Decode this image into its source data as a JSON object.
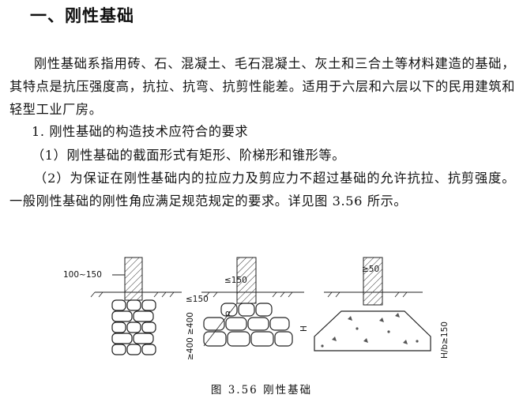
{
  "heading": "一、刚性基础",
  "paragraph1": "刚性基础系指用砖、石、混凝土、毛石混凝土、灰土和三合土等材料建造的基础，其特点是抗压强度高，抗拉、抗弯、抗剪性能差。适用于六层和六层以下的民用建筑和轻型工业厂房。",
  "item1": "1. 刚性基础的构造技术应符合的要求",
  "item1_1": "（1）刚性基础的截面形式有矩形、阶梯形和锥形等。",
  "item1_2": "（2）为保证在刚性基础内的拉应力及剪应力不超过基础的允许抗拉、抗剪强度。一般刚性基础的刚性角应满足规范规定的要求。详见图 3.56 所示。",
  "figure": {
    "label_rect_width": "100~150",
    "label_step_top": "≤150",
    "label_step_side": "≤150",
    "label_step_h1": "≥400",
    "label_step_h2": "≥400",
    "label_alpha": "α",
    "label_cone_top": "≥50",
    "label_cone_H": "H",
    "label_cone_ratio": "H/b≥150",
    "caption": "图 3.56   刚性基础"
  }
}
